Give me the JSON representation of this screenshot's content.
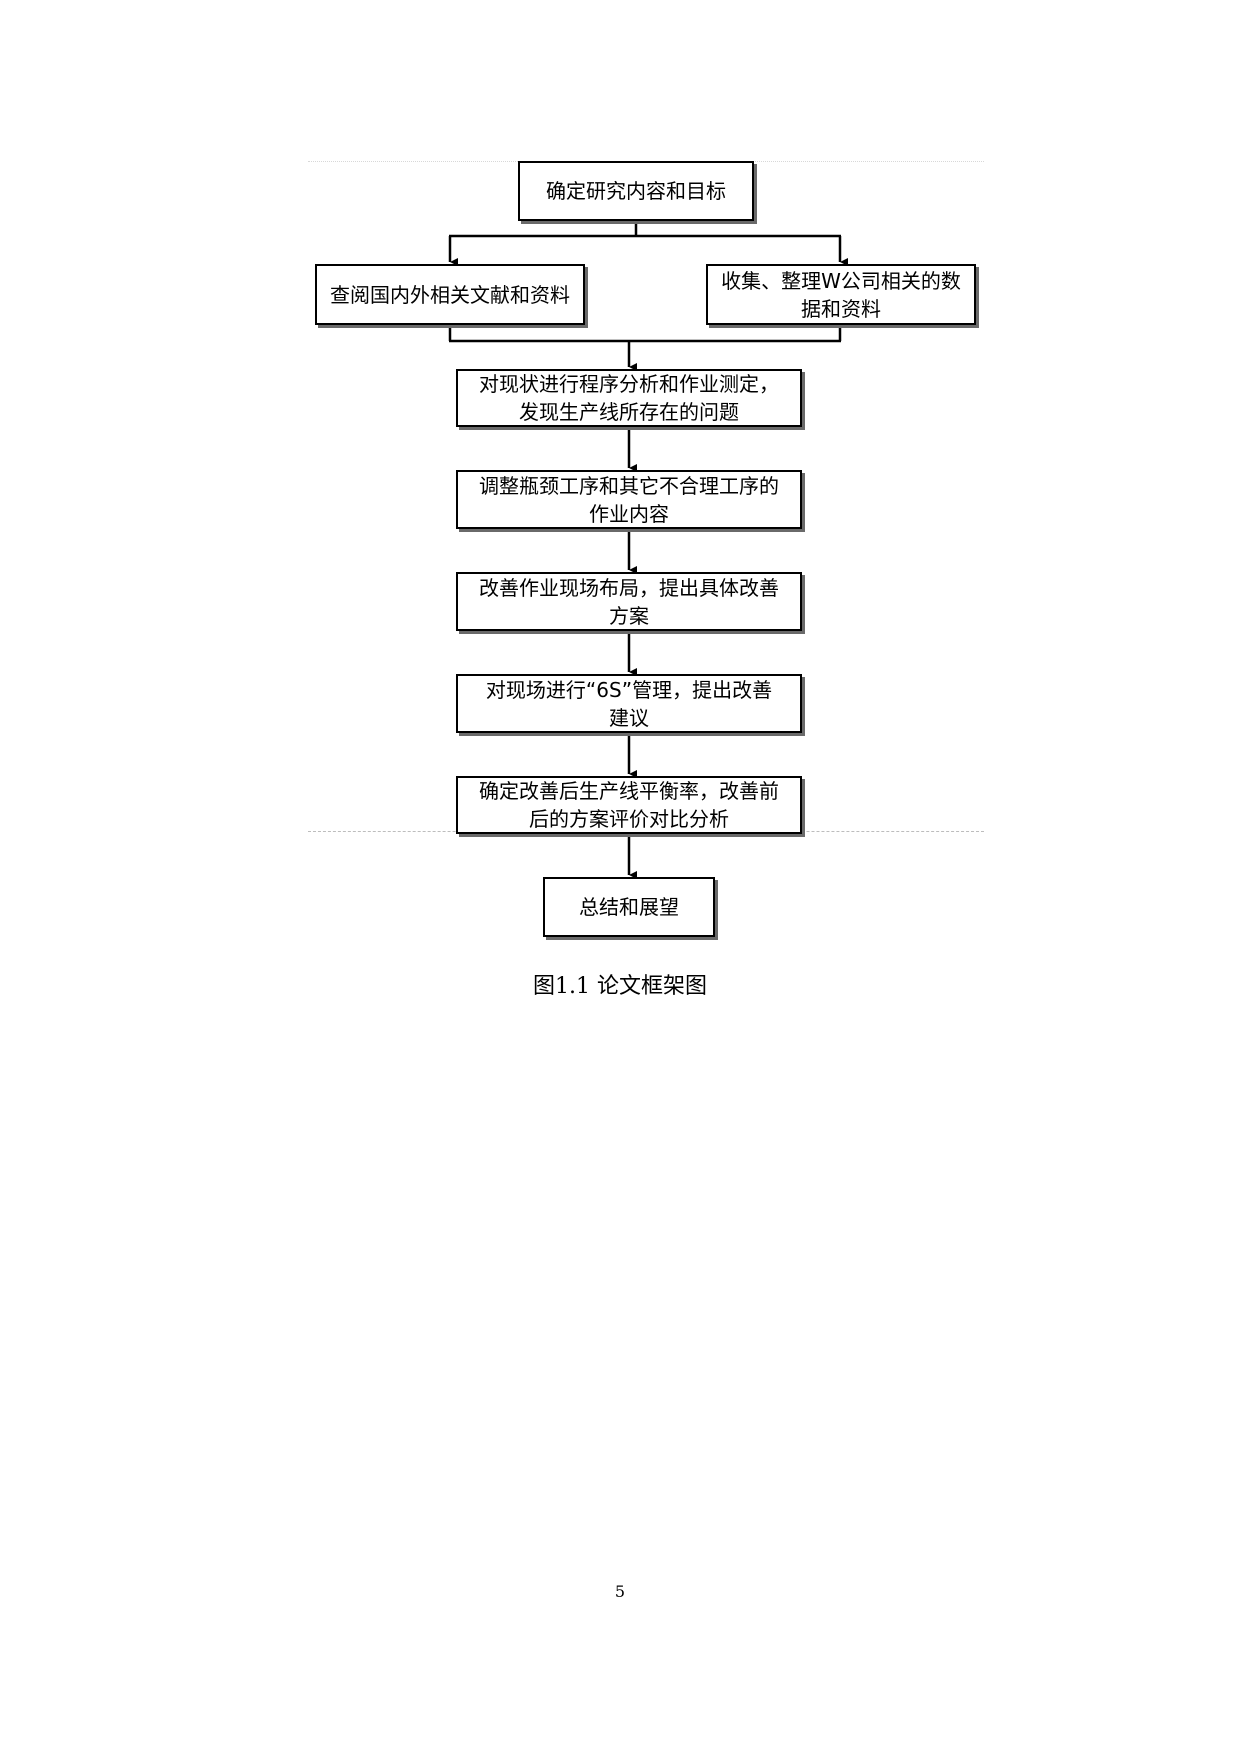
{
  "flowchart": {
    "nodes": {
      "n1": "确定研究内容和目标",
      "n2a": "查阅国内外相关文献和资料",
      "n2b": "收集、整理W公司相关的数\n据和资料",
      "n3": "对现状进行程序分析和作业测定，\n发现生产线所存在的问题",
      "n4": "调整瓶颈工序和其它不合理工序的\n作业内容",
      "n5": "改善作业现场布局，提出具体改善\n方案",
      "n6": "对现场进行“6S”管理，提出改善\n建议",
      "n7": "确定改善后生产线平衡率，改善前\n后的方案评价对比分析",
      "n8": "总结和展望"
    }
  },
  "caption": "图1.1 论文框架图",
  "page_number": "5"
}
